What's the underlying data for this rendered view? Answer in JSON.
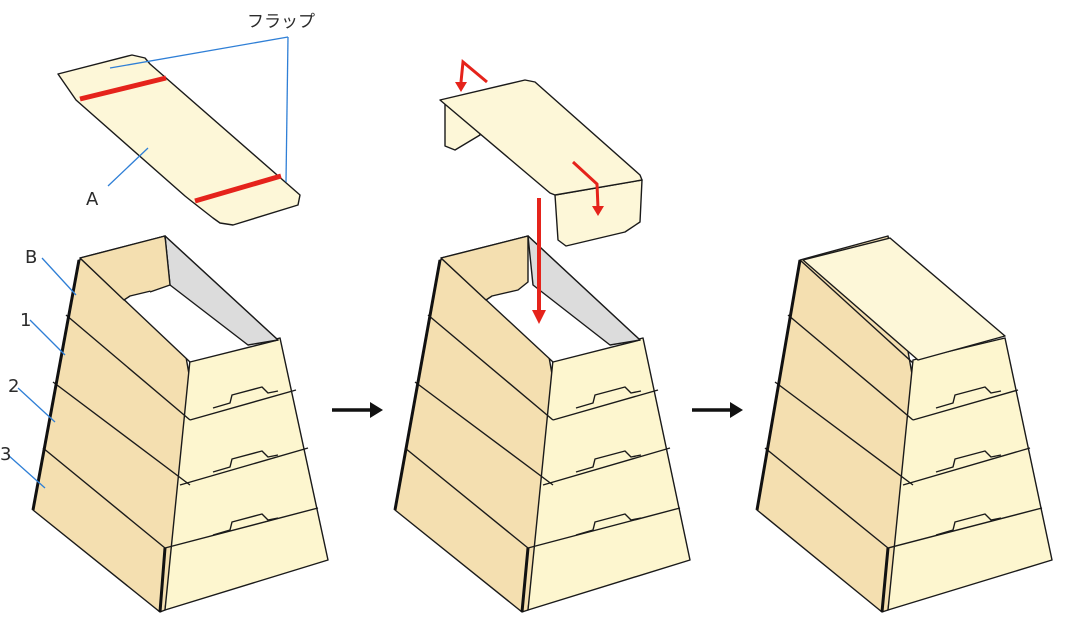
{
  "labels": {
    "flap": "フラップ",
    "a": "A",
    "b": "B",
    "tier1": "1",
    "tier2": "2",
    "tier3": "3"
  },
  "steps": [
    "step-1-separate",
    "step-2-insert-lid",
    "step-3-assembled"
  ],
  "colors": {
    "front_face": "#f4dfb0",
    "side_face": "#fdf6cf",
    "lid": "#fdf7d8",
    "fold_line": "#e5231b",
    "leader_line": "#2f7fd6",
    "outline": "#1a1a1a"
  },
  "icons": {
    "step_arrow": "right-arrow-icon",
    "insert_arrow": "down-arrow-icon"
  }
}
